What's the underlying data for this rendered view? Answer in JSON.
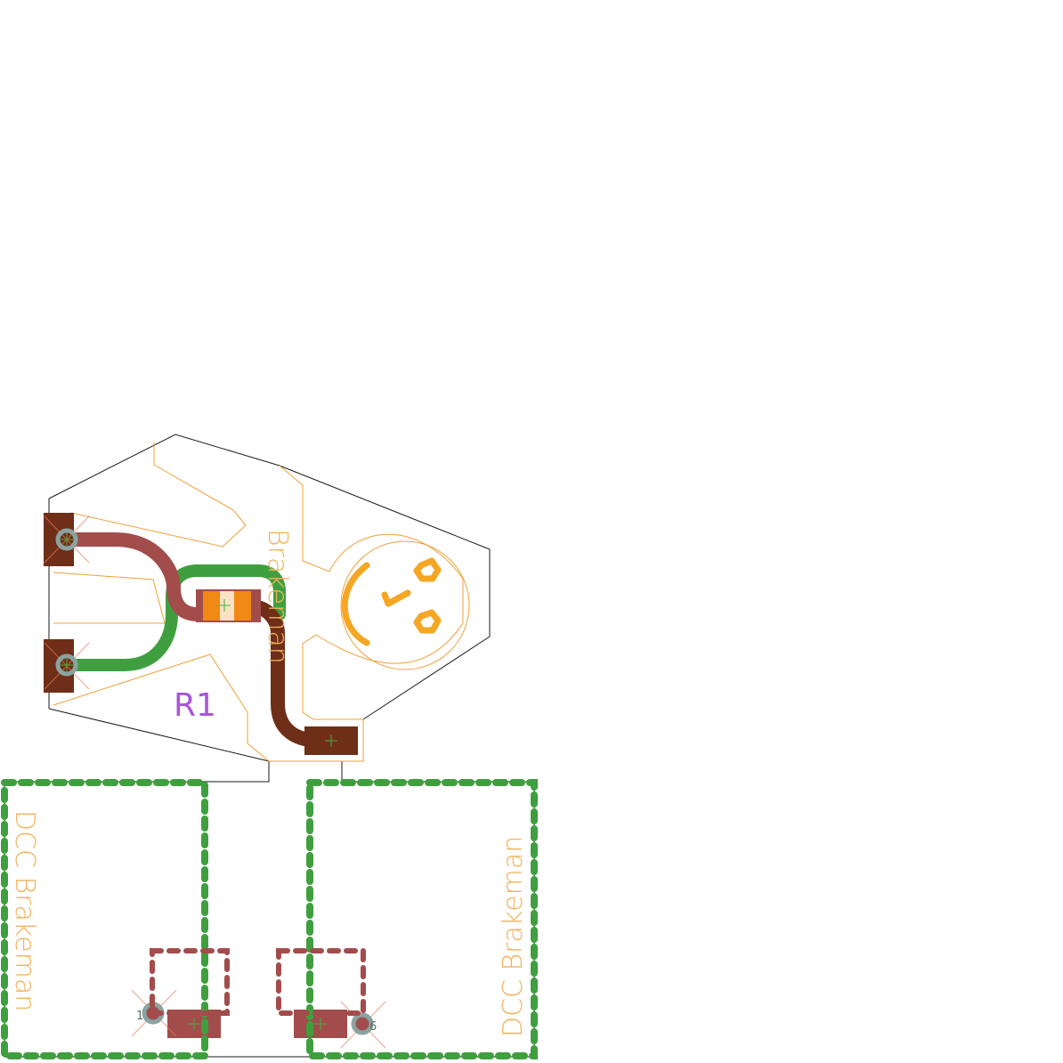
{
  "labels": {
    "component_ref": "R1",
    "top_silk_text": "Brakeman",
    "left_silk_text": "DCC Brakeman",
    "right_silk_text": "DCC Brakeman",
    "pad_label_1": "1",
    "pad_label_6": "6"
  },
  "colors": {
    "board_outline": "#1a1a1a",
    "silkscreen": "#f0a038",
    "copper_top": "#6f2e17",
    "copper_top_light": "#a34c4c",
    "copper_bottom": "#3f9f3f",
    "drill": "#8aa3a0",
    "smd_body": "#f08a14",
    "ref_text": "#a855d8"
  }
}
